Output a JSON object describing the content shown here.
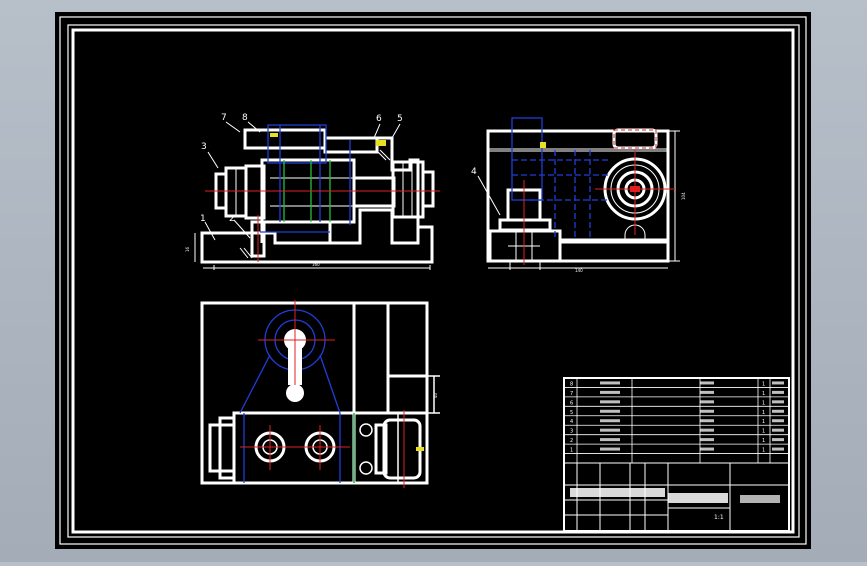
{
  "drawing": {
    "colors": {
      "paper": "#000000",
      "outline": "#ffffff",
      "hidden": "#1f3fd8",
      "center": "#e02020",
      "accent": "#22c03a",
      "yellow": "#e8e020",
      "window_bg": "#aab2bd"
    },
    "callouts": [
      "1",
      "2",
      "3",
      "4",
      "5",
      "6",
      "7",
      "8"
    ],
    "front_view": {
      "width_dim": "160",
      "height_dim": "16"
    },
    "side_view": {
      "width_dim": "140",
      "height_dim": "104"
    },
    "top_view": {
      "dim": "40"
    }
  },
  "title_block": {
    "parts_list": [
      {
        "no": "8",
        "code": "",
        "name": "",
        "qty": "1",
        "mat": ""
      },
      {
        "no": "7",
        "code": "",
        "name": "",
        "qty": "1",
        "mat": ""
      },
      {
        "no": "6",
        "code": "",
        "name": "",
        "qty": "1",
        "mat": ""
      },
      {
        "no": "5",
        "code": "",
        "name": "",
        "qty": "1",
        "mat": ""
      },
      {
        "no": "4",
        "code": "",
        "name": "",
        "qty": "1",
        "mat": ""
      },
      {
        "no": "3",
        "code": "",
        "name": "",
        "qty": "1",
        "mat": ""
      },
      {
        "no": "2",
        "code": "",
        "name": "",
        "qty": "1",
        "mat": ""
      },
      {
        "no": "1",
        "code": "",
        "name": "",
        "qty": "1",
        "mat": ""
      }
    ],
    "scale": "1:1",
    "drawing_name": ""
  }
}
